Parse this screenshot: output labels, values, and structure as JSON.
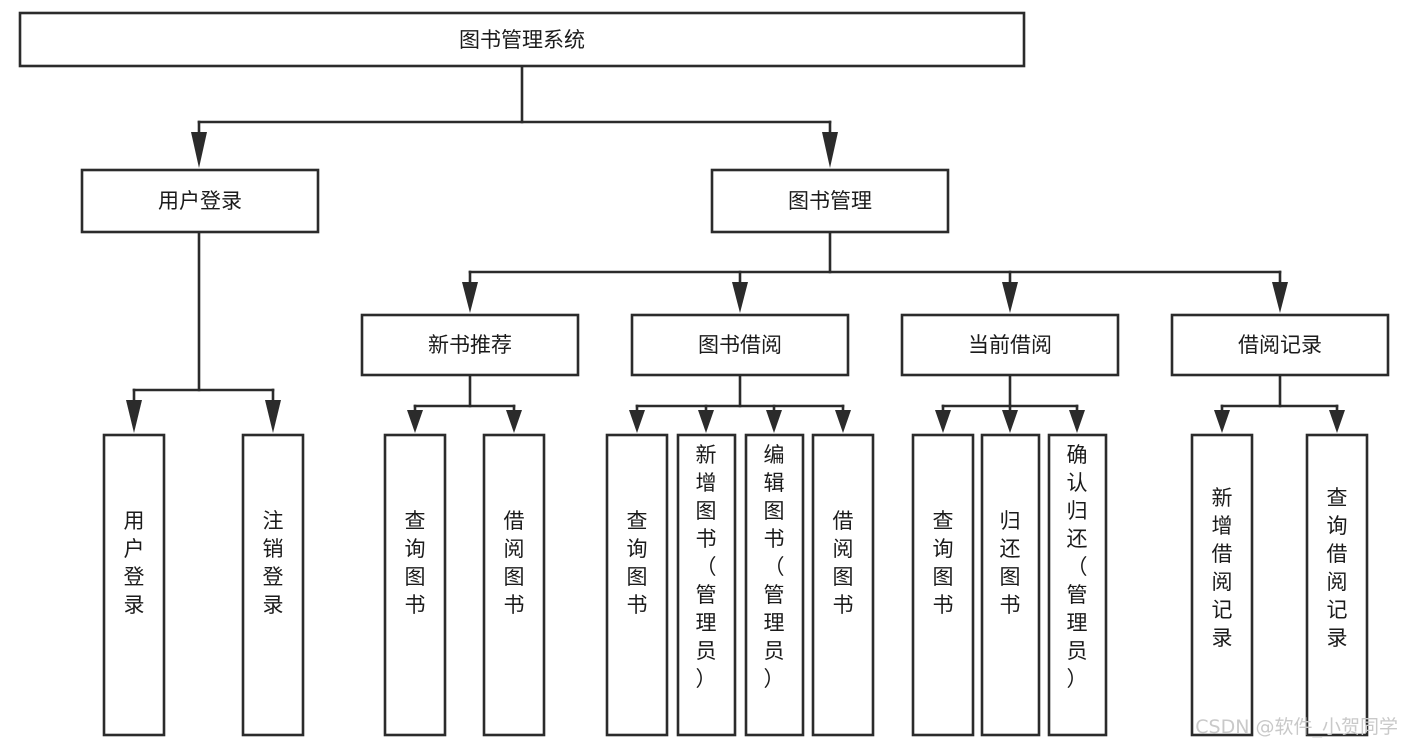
{
  "diagram": {
    "type": "tree-hierarchy",
    "orientation": "top-down",
    "root": {
      "id": "root",
      "label": "图书管理系统"
    },
    "level2": [
      {
        "id": "user-login",
        "label": "用户登录"
      },
      {
        "id": "book-management",
        "label": "图书管理"
      }
    ],
    "level3": [
      {
        "id": "new-book-recommend",
        "label": "新书推荐",
        "parent": "book-management"
      },
      {
        "id": "book-borrow",
        "label": "图书借阅",
        "parent": "book-management"
      },
      {
        "id": "current-borrow",
        "label": "当前借阅",
        "parent": "book-management"
      },
      {
        "id": "borrow-record",
        "label": "借阅记录",
        "parent": "book-management"
      }
    ],
    "leaves": {
      "user-login": [
        {
          "id": "leaf-user-login",
          "label": "用户登录"
        },
        {
          "id": "leaf-user-logout",
          "label": "注销登录"
        }
      ],
      "new-book-recommend": [
        {
          "id": "leaf-query-book-1",
          "label": "查询图书"
        },
        {
          "id": "leaf-borrow-book-1",
          "label": "借阅图书"
        }
      ],
      "book-borrow": [
        {
          "id": "leaf-query-book-2",
          "label": "查询图书"
        },
        {
          "id": "leaf-add-book",
          "label": "新增图书（管理员）"
        },
        {
          "id": "leaf-edit-book",
          "label": "编辑图书（管理员）"
        },
        {
          "id": "leaf-borrow-book-2",
          "label": "借阅图书"
        }
      ],
      "current-borrow": [
        {
          "id": "leaf-query-book-3",
          "label": "查询图书"
        },
        {
          "id": "leaf-return-book",
          "label": "归还图书"
        },
        {
          "id": "leaf-confirm-return",
          "label": "确认归还（管理员）"
        }
      ],
      "borrow-record": [
        {
          "id": "leaf-add-record",
          "label": "新增借阅记录"
        },
        {
          "id": "leaf-query-record",
          "label": "查询借阅记录"
        }
      ]
    }
  },
  "watermark": {
    "label": "CSDN @软件_小贺同学"
  },
  "colors": {
    "box_stroke": "#2b2b2b",
    "box_fill": "#ffffff",
    "text": "#1b1b1b",
    "watermark": "#c9c9c9",
    "background": "#ffffff"
  }
}
